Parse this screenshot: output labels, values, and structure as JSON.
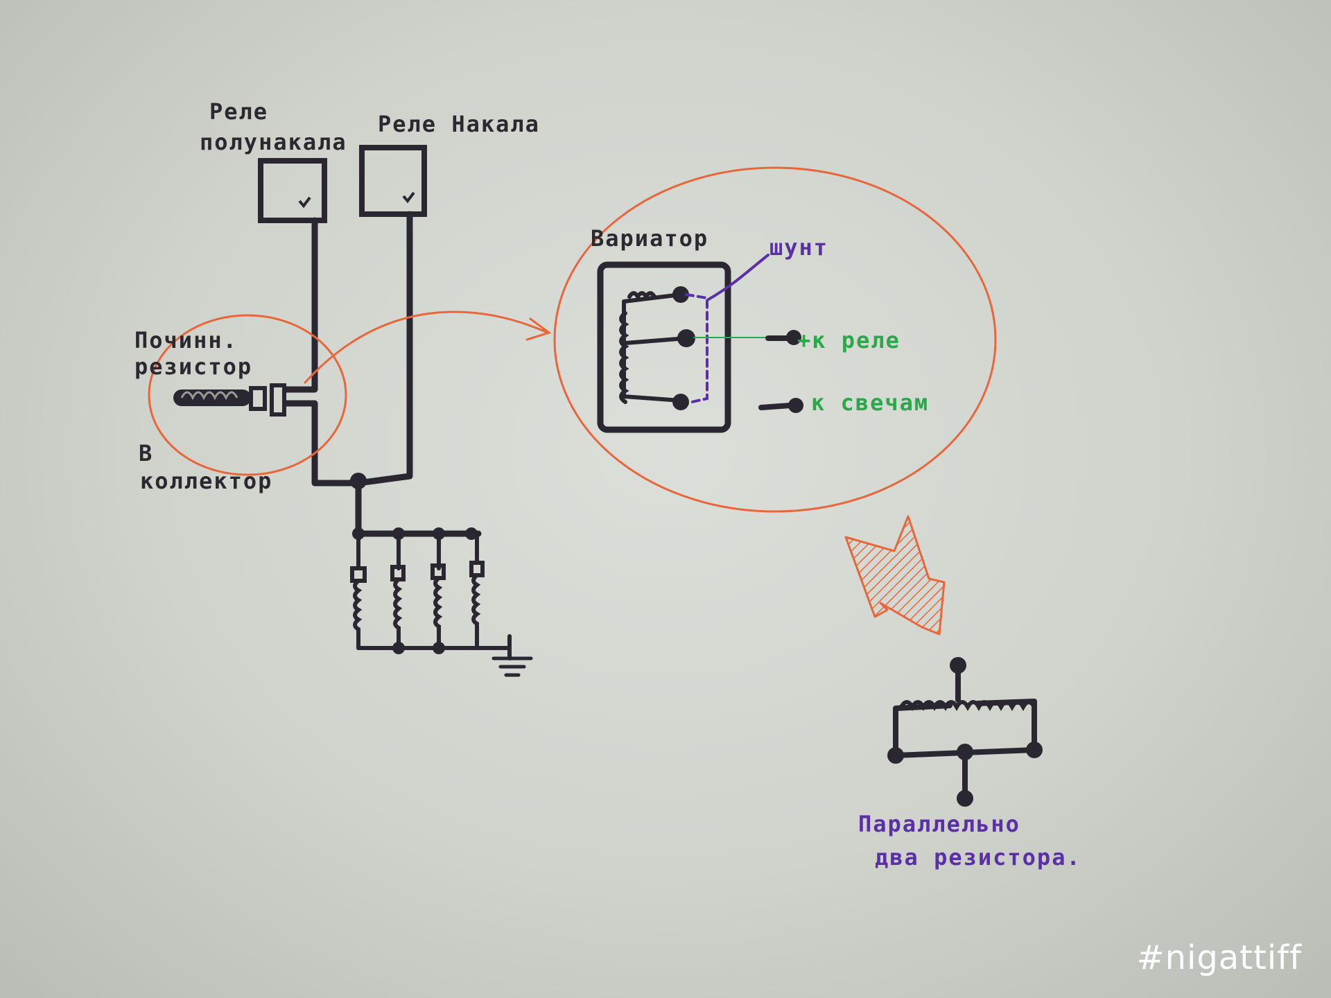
{
  "labels": {
    "relay_half_line1": "Реле",
    "relay_half_line2": "полунакала",
    "relay_full": "Реле Накала",
    "repair_resistor_line1": "Починн.",
    "repair_resistor_line2": "резистор",
    "to_collector_line1": "В",
    "to_collector_line2": "коллектор",
    "variator": "Вариатор",
    "shunt": "шунт",
    "to_relay": "+к реле",
    "to_plugs": "к свечам",
    "parallel_line1": "Параллельно",
    "parallel_line2": "два резистора."
  },
  "watermark": "#nigattiff",
  "colors": {
    "ink": "#2a2730",
    "highlight": "#e8663a",
    "shunt": "#5a2fa8",
    "green": "#2aa84a"
  }
}
